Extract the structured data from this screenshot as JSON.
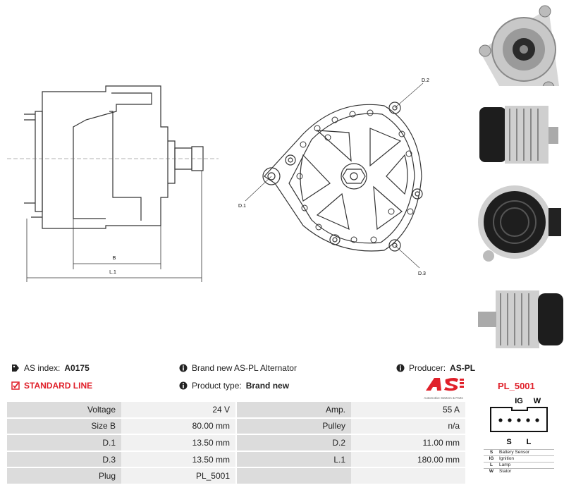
{
  "info": {
    "as_index_label": "AS index:",
    "as_index_value": "A0175",
    "standard_line": "STANDARD LINE",
    "brand_line": "Brand new AS-PL Alternator",
    "product_type_label": "Product type:",
    "product_type_value": "Brand new",
    "producer_label": "Producer:",
    "producer_value": "AS-PL",
    "logo_caption": "Automotive Starters & Parts"
  },
  "drawing_labels": {
    "b": "B",
    "l1": "L.1",
    "d1": "D.1",
    "d2": "D.2",
    "d3": "D.3"
  },
  "specs": [
    {
      "l1": "Voltage",
      "v1": "24 V",
      "l2": "Amp.",
      "v2": "55 A"
    },
    {
      "l1": "Size B",
      "v1": "80.00 mm",
      "l2": "Pulley",
      "v2": "n/a"
    },
    {
      "l1": "D.1",
      "v1": "13.50 mm",
      "l2": "D.2",
      "v2": "11.00 mm"
    },
    {
      "l1": "D.3",
      "v1": "13.50 mm",
      "l2": "L.1",
      "v2": "180.00 mm"
    },
    {
      "l1": "Plug",
      "v1": "PL_5001",
      "l2": "",
      "v2": ""
    }
  ],
  "plug": {
    "title": "PL_5001",
    "top_labels": [
      "IG",
      "W"
    ],
    "bottom_labels": [
      "S",
      "L"
    ],
    "legend": [
      {
        "k": "S",
        "v": "Battery Sensor"
      },
      {
        "k": "IG",
        "v": "Ignition"
      },
      {
        "k": "L",
        "v": "Lamp"
      },
      {
        "k": "W",
        "v": "Stator"
      }
    ]
  },
  "colors": {
    "accent": "#e0202a",
    "label_bg": "#dcdcdc",
    "value_bg": "#f1f1f1"
  }
}
